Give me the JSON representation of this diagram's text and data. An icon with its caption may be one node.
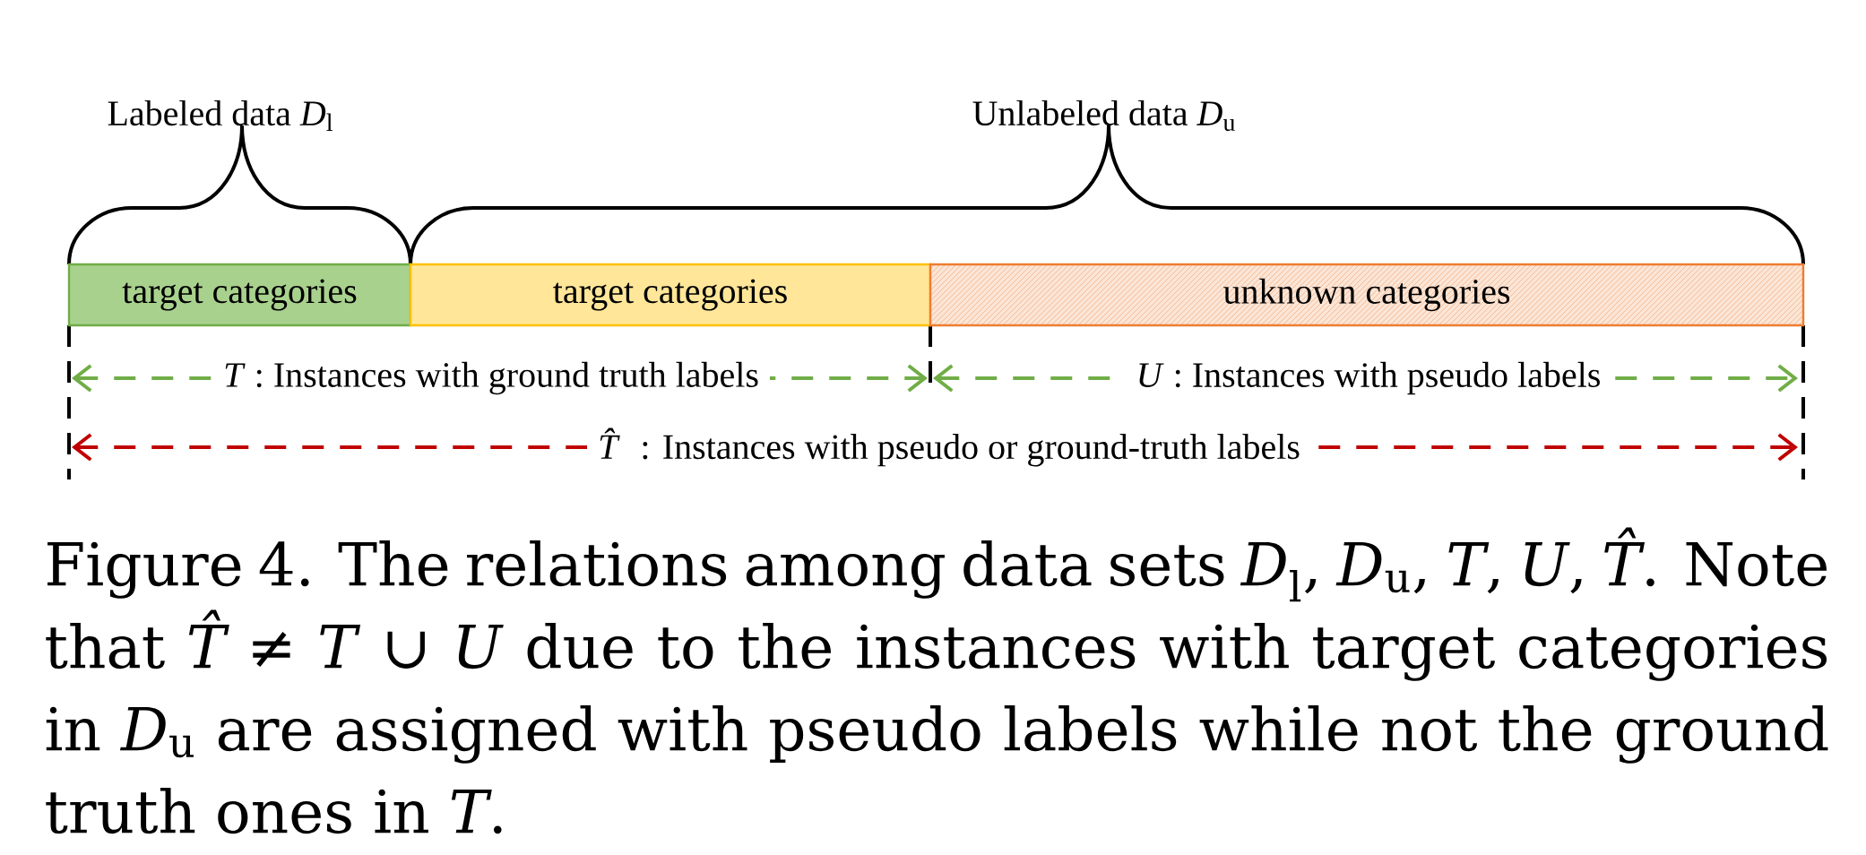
{
  "diagram": {
    "caption": "Figure 4. The relations among data sets *D*$_{l}$, *D*$_{u}$, *T*, *U*, *T̂*. Note that *T̂* ≠ *T* ∪ *U* due to the instances with target categories in *D*$_{u}$ are assigned with pseudo labels while not the ground truth ones in *T*.",
    "nodes": [
      {
        "text": [
          "target categories"
        ]
      },
      {
        "text": [
          "target categories"
        ]
      },
      {
        "text": [
          "unknown categories"
        ]
      }
    ],
    "labels": [
      "Labeled data *D*$_{l}$",
      "Unlabeled data *D*$_{u}$",
      "*T* : Instances with ground truth labels",
      "*U* : Instances with pseudo labels",
      "*T̂* : Instances with pseudo or ground-truth labels"
    ]
  }
}
